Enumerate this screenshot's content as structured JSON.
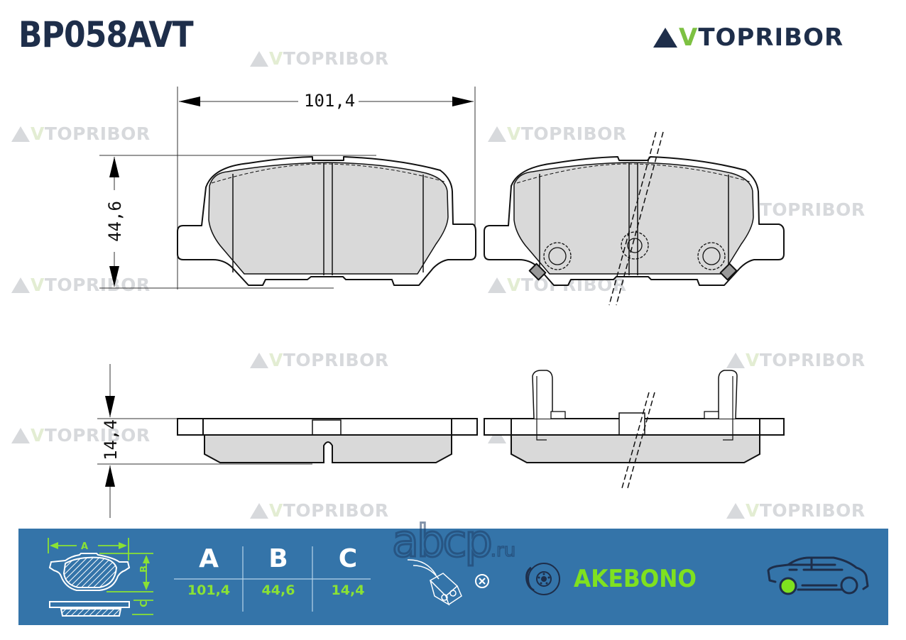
{
  "header": {
    "part_number": "BP058AVT",
    "brand_logo": {
      "prefix": "A",
      "accent": "V",
      "suffix": "TOPRIBOR"
    }
  },
  "watermark": {
    "prefix": "A",
    "accent": "V",
    "suffix": "TOPRIBOR",
    "count": 13
  },
  "drawing": {
    "width_dimension": "101,4",
    "height_dimension": "44,6",
    "thickness_dimension": "14,4",
    "views": [
      "front-view-plain",
      "front-view-with-wear-indicators",
      "side-view-plain",
      "side-view-with-clips"
    ]
  },
  "spec_panel": {
    "diagram_labels": {
      "a": "A",
      "b": "B",
      "c": "C"
    },
    "columns": [
      {
        "header": "A",
        "value": "101,4"
      },
      {
        "header": "B",
        "value": "44,6"
      },
      {
        "header": "C",
        "value": "14,4"
      }
    ],
    "wear_sensor": "not included",
    "manufacturer": "AKEBONO",
    "axle": "rear",
    "site_watermark": {
      "main": "abcp",
      "tld": ".ru"
    }
  },
  "colors": {
    "navy": "#1e2e4a",
    "accent_green": "#7dc142",
    "panel_blue": "#3474a9",
    "value_green": "#8ae234",
    "pad_fill": "#d9d9d9"
  }
}
